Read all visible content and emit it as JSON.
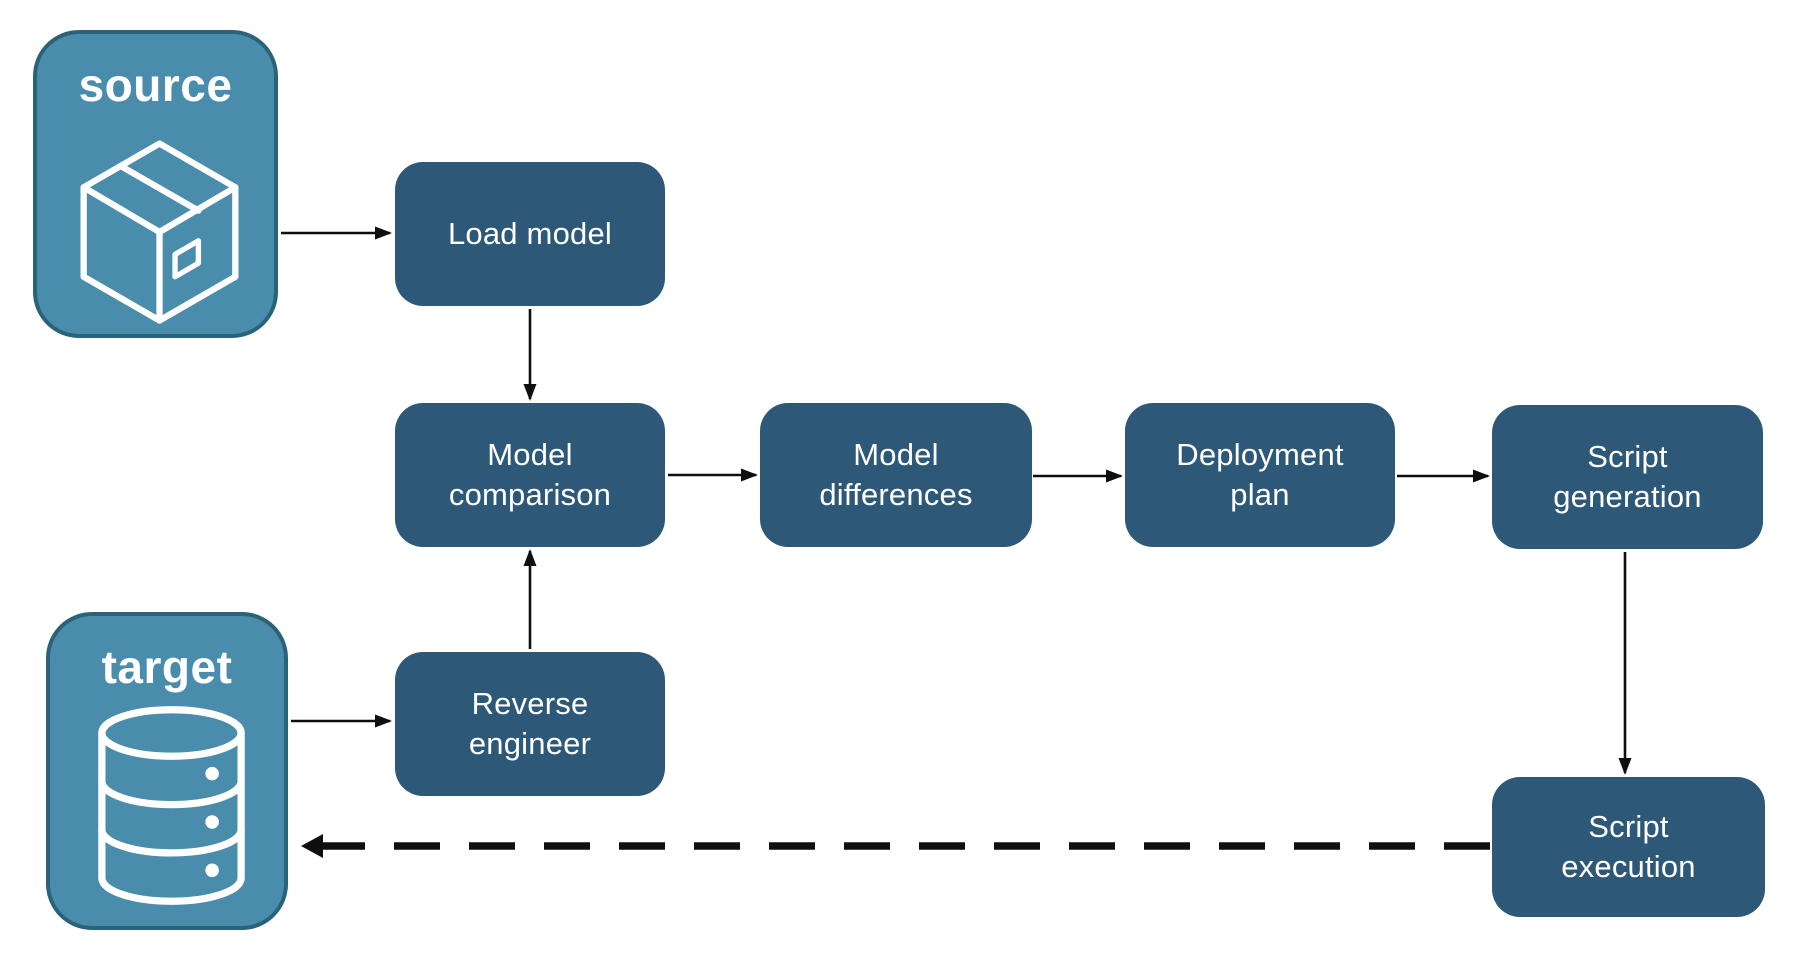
{
  "colors": {
    "background": "#ffffff",
    "node_fill": "#2d5878",
    "node_text": "#ffffff",
    "container_fill": "#4a8cab",
    "container_border": "#2a6378",
    "container_text": "#ffffff",
    "arrow": "#0f0f0f"
  },
  "containers": {
    "source": {
      "label": "source",
      "icon": "package-icon"
    },
    "target": {
      "label": "target",
      "icon": "database-icon"
    }
  },
  "nodes": {
    "load_model": {
      "label": "Load model"
    },
    "model_comparison": {
      "label": "Model\ncomparison"
    },
    "model_differences": {
      "label": "Model\ndifferences"
    },
    "deployment_plan": {
      "label": "Deployment\nplan"
    },
    "script_generation": {
      "label": "Script\ngeneration"
    },
    "reverse_engineer": {
      "label": "Reverse\nengineer"
    },
    "script_execution": {
      "label": "Script\nexecution"
    }
  },
  "arrows": [
    {
      "from": "source",
      "to": "load_model",
      "style": "solid"
    },
    {
      "from": "load_model",
      "to": "model_comparison",
      "style": "solid"
    },
    {
      "from": "model_comparison",
      "to": "model_differences",
      "style": "solid"
    },
    {
      "from": "model_differences",
      "to": "deployment_plan",
      "style": "solid"
    },
    {
      "from": "deployment_plan",
      "to": "script_generation",
      "style": "solid"
    },
    {
      "from": "script_generation",
      "to": "script_execution",
      "style": "solid"
    },
    {
      "from": "target",
      "to": "reverse_engineer",
      "style": "solid"
    },
    {
      "from": "reverse_engineer",
      "to": "model_comparison",
      "style": "solid"
    },
    {
      "from": "script_execution",
      "to": "target",
      "style": "dashed"
    }
  ]
}
